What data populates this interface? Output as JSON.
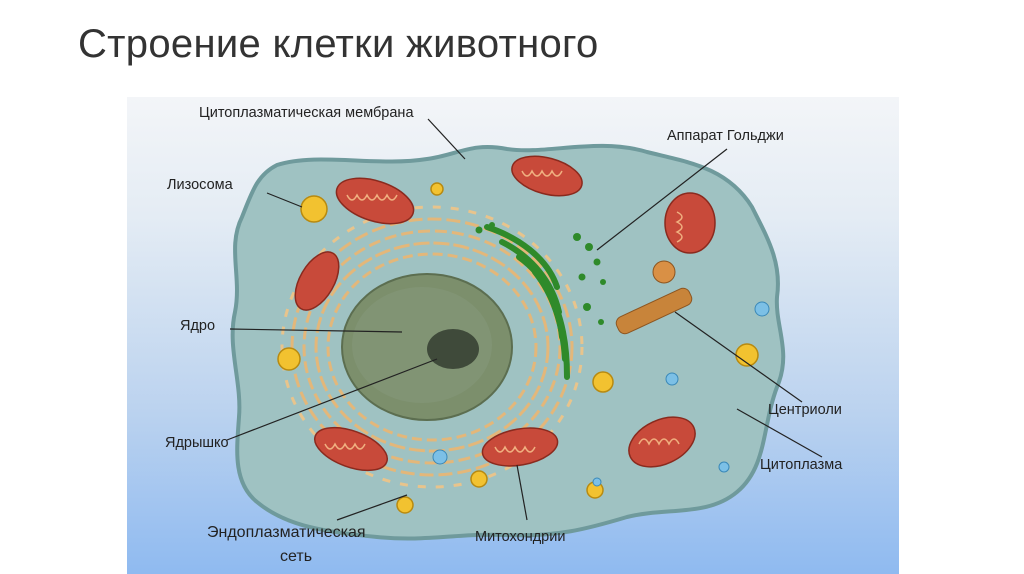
{
  "title": "Строение клетки животного",
  "labels": {
    "membrane": "Цитоплазматическая мембрана",
    "golgi": "Аппарат Гольджи",
    "lysosome": "Лизосома",
    "nucleus": "Ядро",
    "nucleolus": "Ядрышко",
    "er_line1": "Эндоплазматическая",
    "er_line2": "сеть",
    "mitochondria": "Митохондрии",
    "centrioles": "Центриоли",
    "cytoplasm": "Цитоплазма"
  },
  "colors": {
    "cytoplasm": "#9fc2c2",
    "membrane": "#6f9a9c",
    "nucleus": "#7c8f6c",
    "nucleolus": "#3f4a3a",
    "mitochondria": "#c84a3a",
    "er": "#e3b77a",
    "golgi": "#2f8a2a",
    "lysosome": "#f2c230",
    "centriole": "#c8843a",
    "vesicle": "#7cc0e6"
  }
}
